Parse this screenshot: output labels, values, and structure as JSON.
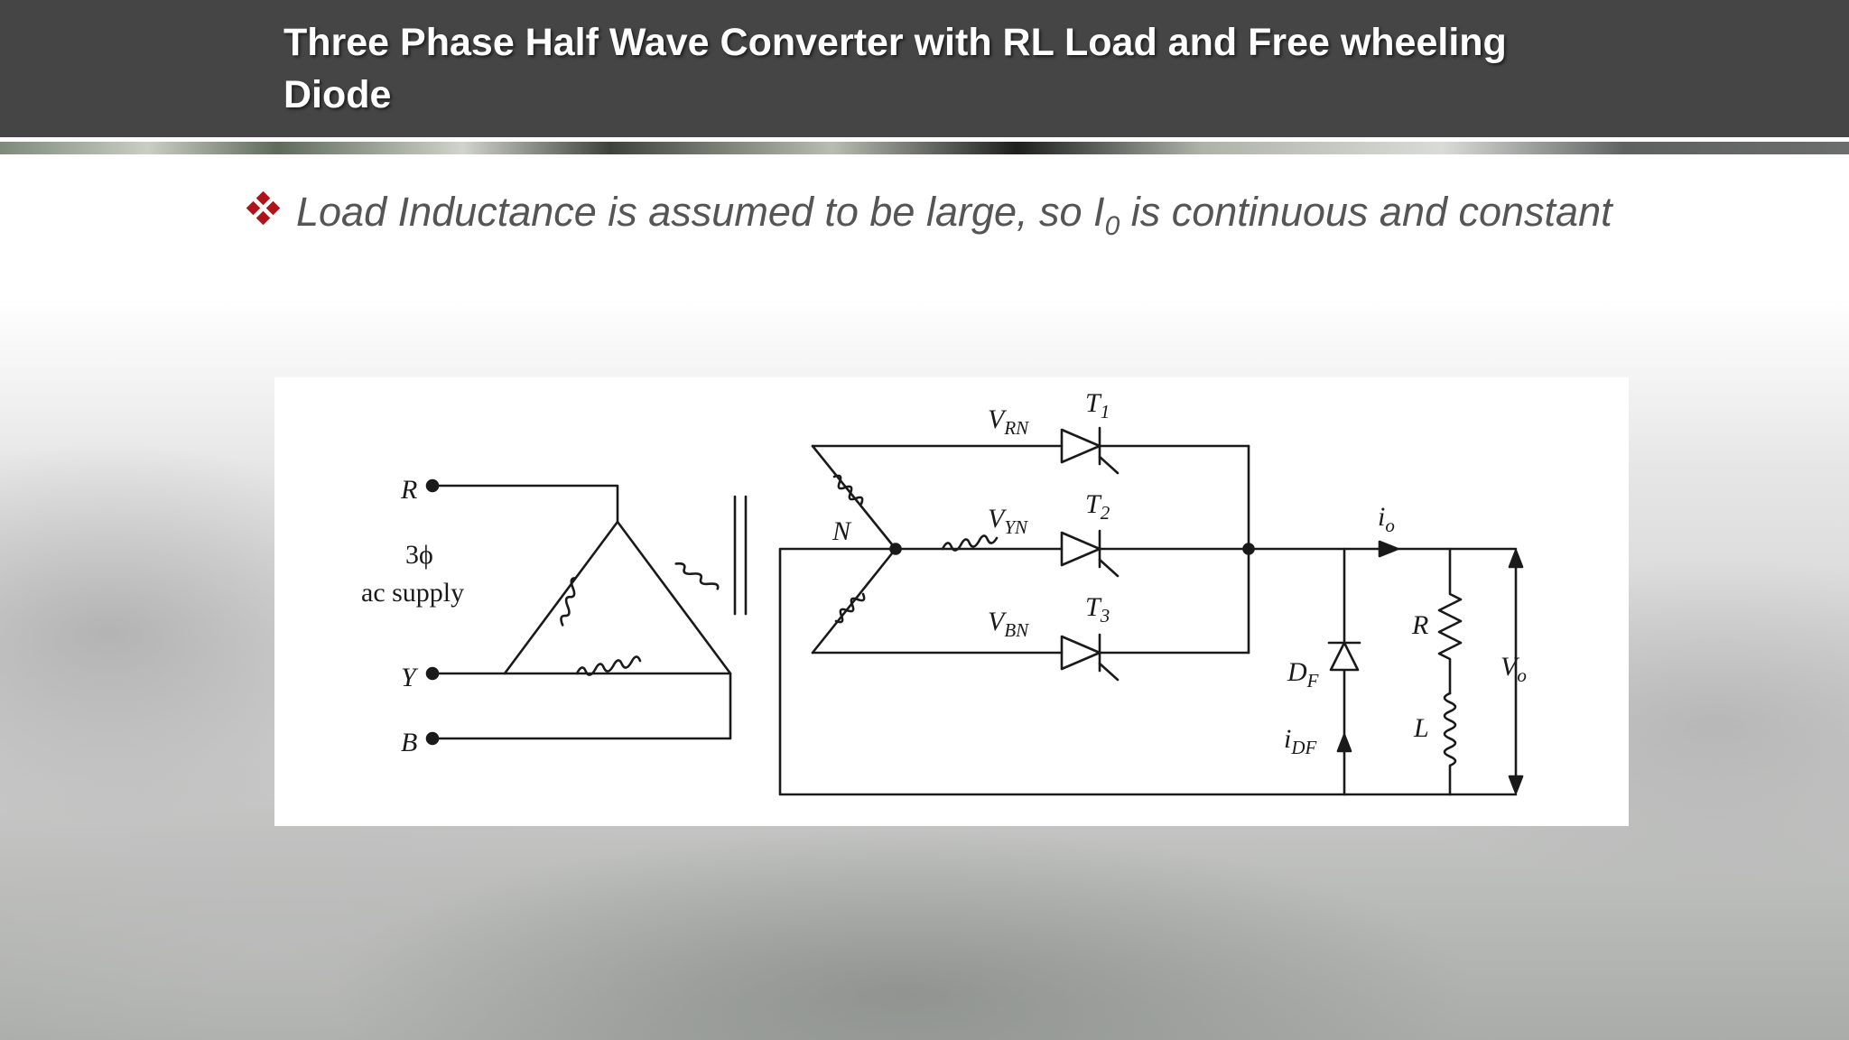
{
  "slide": {
    "title": "Three Phase Half Wave Converter with  RL Load and Free wheeling Diode",
    "bullet": {
      "text_before": "Load Inductance is assumed to be large, so  I",
      "subscript": "0",
      "text_after": "  is continuous and constant"
    }
  },
  "diagram": {
    "supply": {
      "label_line1": "3ϕ",
      "label_line2": "ac supply",
      "terminals": [
        "R",
        "Y",
        "B"
      ]
    },
    "neutral_label": "N",
    "phase_voltages": [
      {
        "main": "V",
        "sub": "RN"
      },
      {
        "main": "V",
        "sub": "YN"
      },
      {
        "main": "V",
        "sub": "BN"
      }
    ],
    "thyristors": [
      {
        "main": "T",
        "sub": "1"
      },
      {
        "main": "T",
        "sub": "2"
      },
      {
        "main": "T",
        "sub": "3"
      }
    ],
    "output_current": {
      "main": "i",
      "sub": "o"
    },
    "freewheel_diode": {
      "main": "D",
      "sub": "F"
    },
    "diode_current": {
      "main": "i",
      "sub": "DF"
    },
    "resistor": "R",
    "inductor": "L",
    "output_voltage": {
      "main": "V",
      "sub": "o"
    }
  },
  "colors": {
    "title_bar": "#454545",
    "bullet_icon": "#b0141a",
    "body_text": "#555555"
  }
}
